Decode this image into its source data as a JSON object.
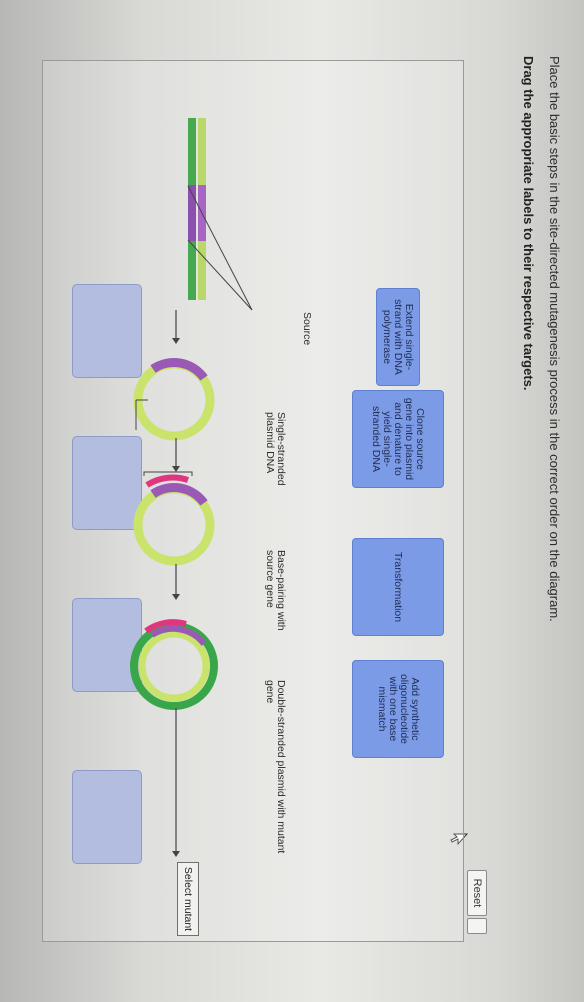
{
  "instructions": {
    "line1": "Place the basic steps in the site-directed mutagenesis process in the correct order on the diagram.",
    "line2": "Drag the appropriate labels to their respective targets."
  },
  "toolbar": {
    "reset_label": "Reset"
  },
  "labels": [
    "Extend single-strand with DNA polymerase",
    "Clone source gene into plasmid and denature to yield single-stranded DNA",
    "Transformation",
    "Add synthetic oligonucleotide with one base mismatch"
  ],
  "diagram": {
    "source_label": "Source",
    "single_stranded_label": "Single-stranded plasmid DNA",
    "base_pairing_label": "Base-pairing with source gene",
    "double_stranded_label": "Double-stranded plasmid with mutant gene",
    "select_mutant_label": "Select mutant"
  },
  "colors": {
    "label_fill": "#7c9be6",
    "drop_target": "#b2bde0",
    "light_green": "#c9e36b",
    "dark_green": "#3aa64a",
    "purple": "#9b59b6",
    "magenta": "#e0357f"
  }
}
